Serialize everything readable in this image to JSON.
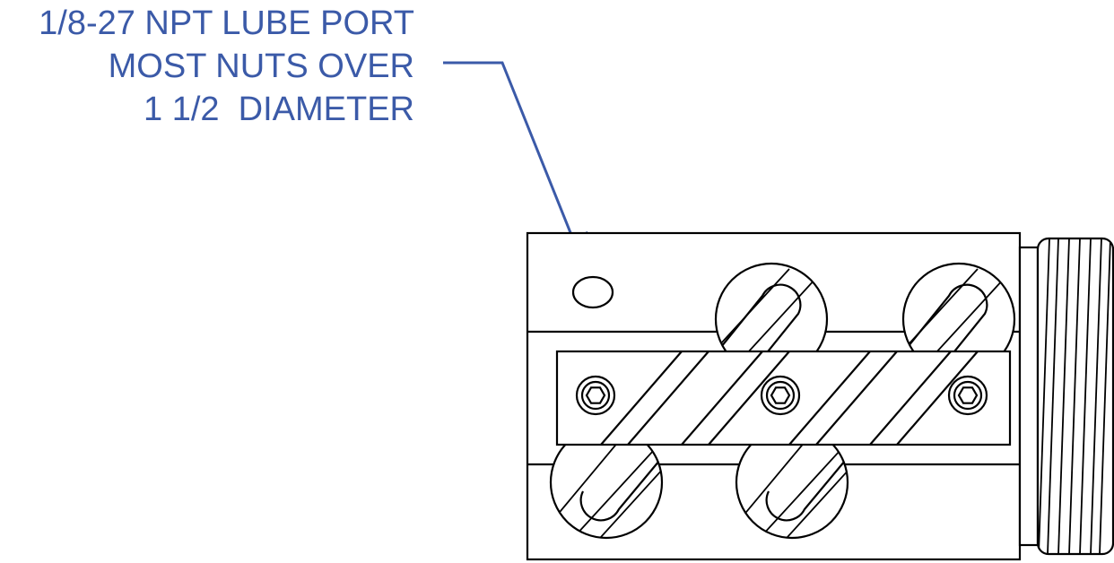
{
  "callout": {
    "lines": [
      "1/8-27 NPT LUBE PORT",
      "MOST NUTS OVER",
      "1 1/2  DIAMETER"
    ],
    "color": "#3b5aa8"
  }
}
